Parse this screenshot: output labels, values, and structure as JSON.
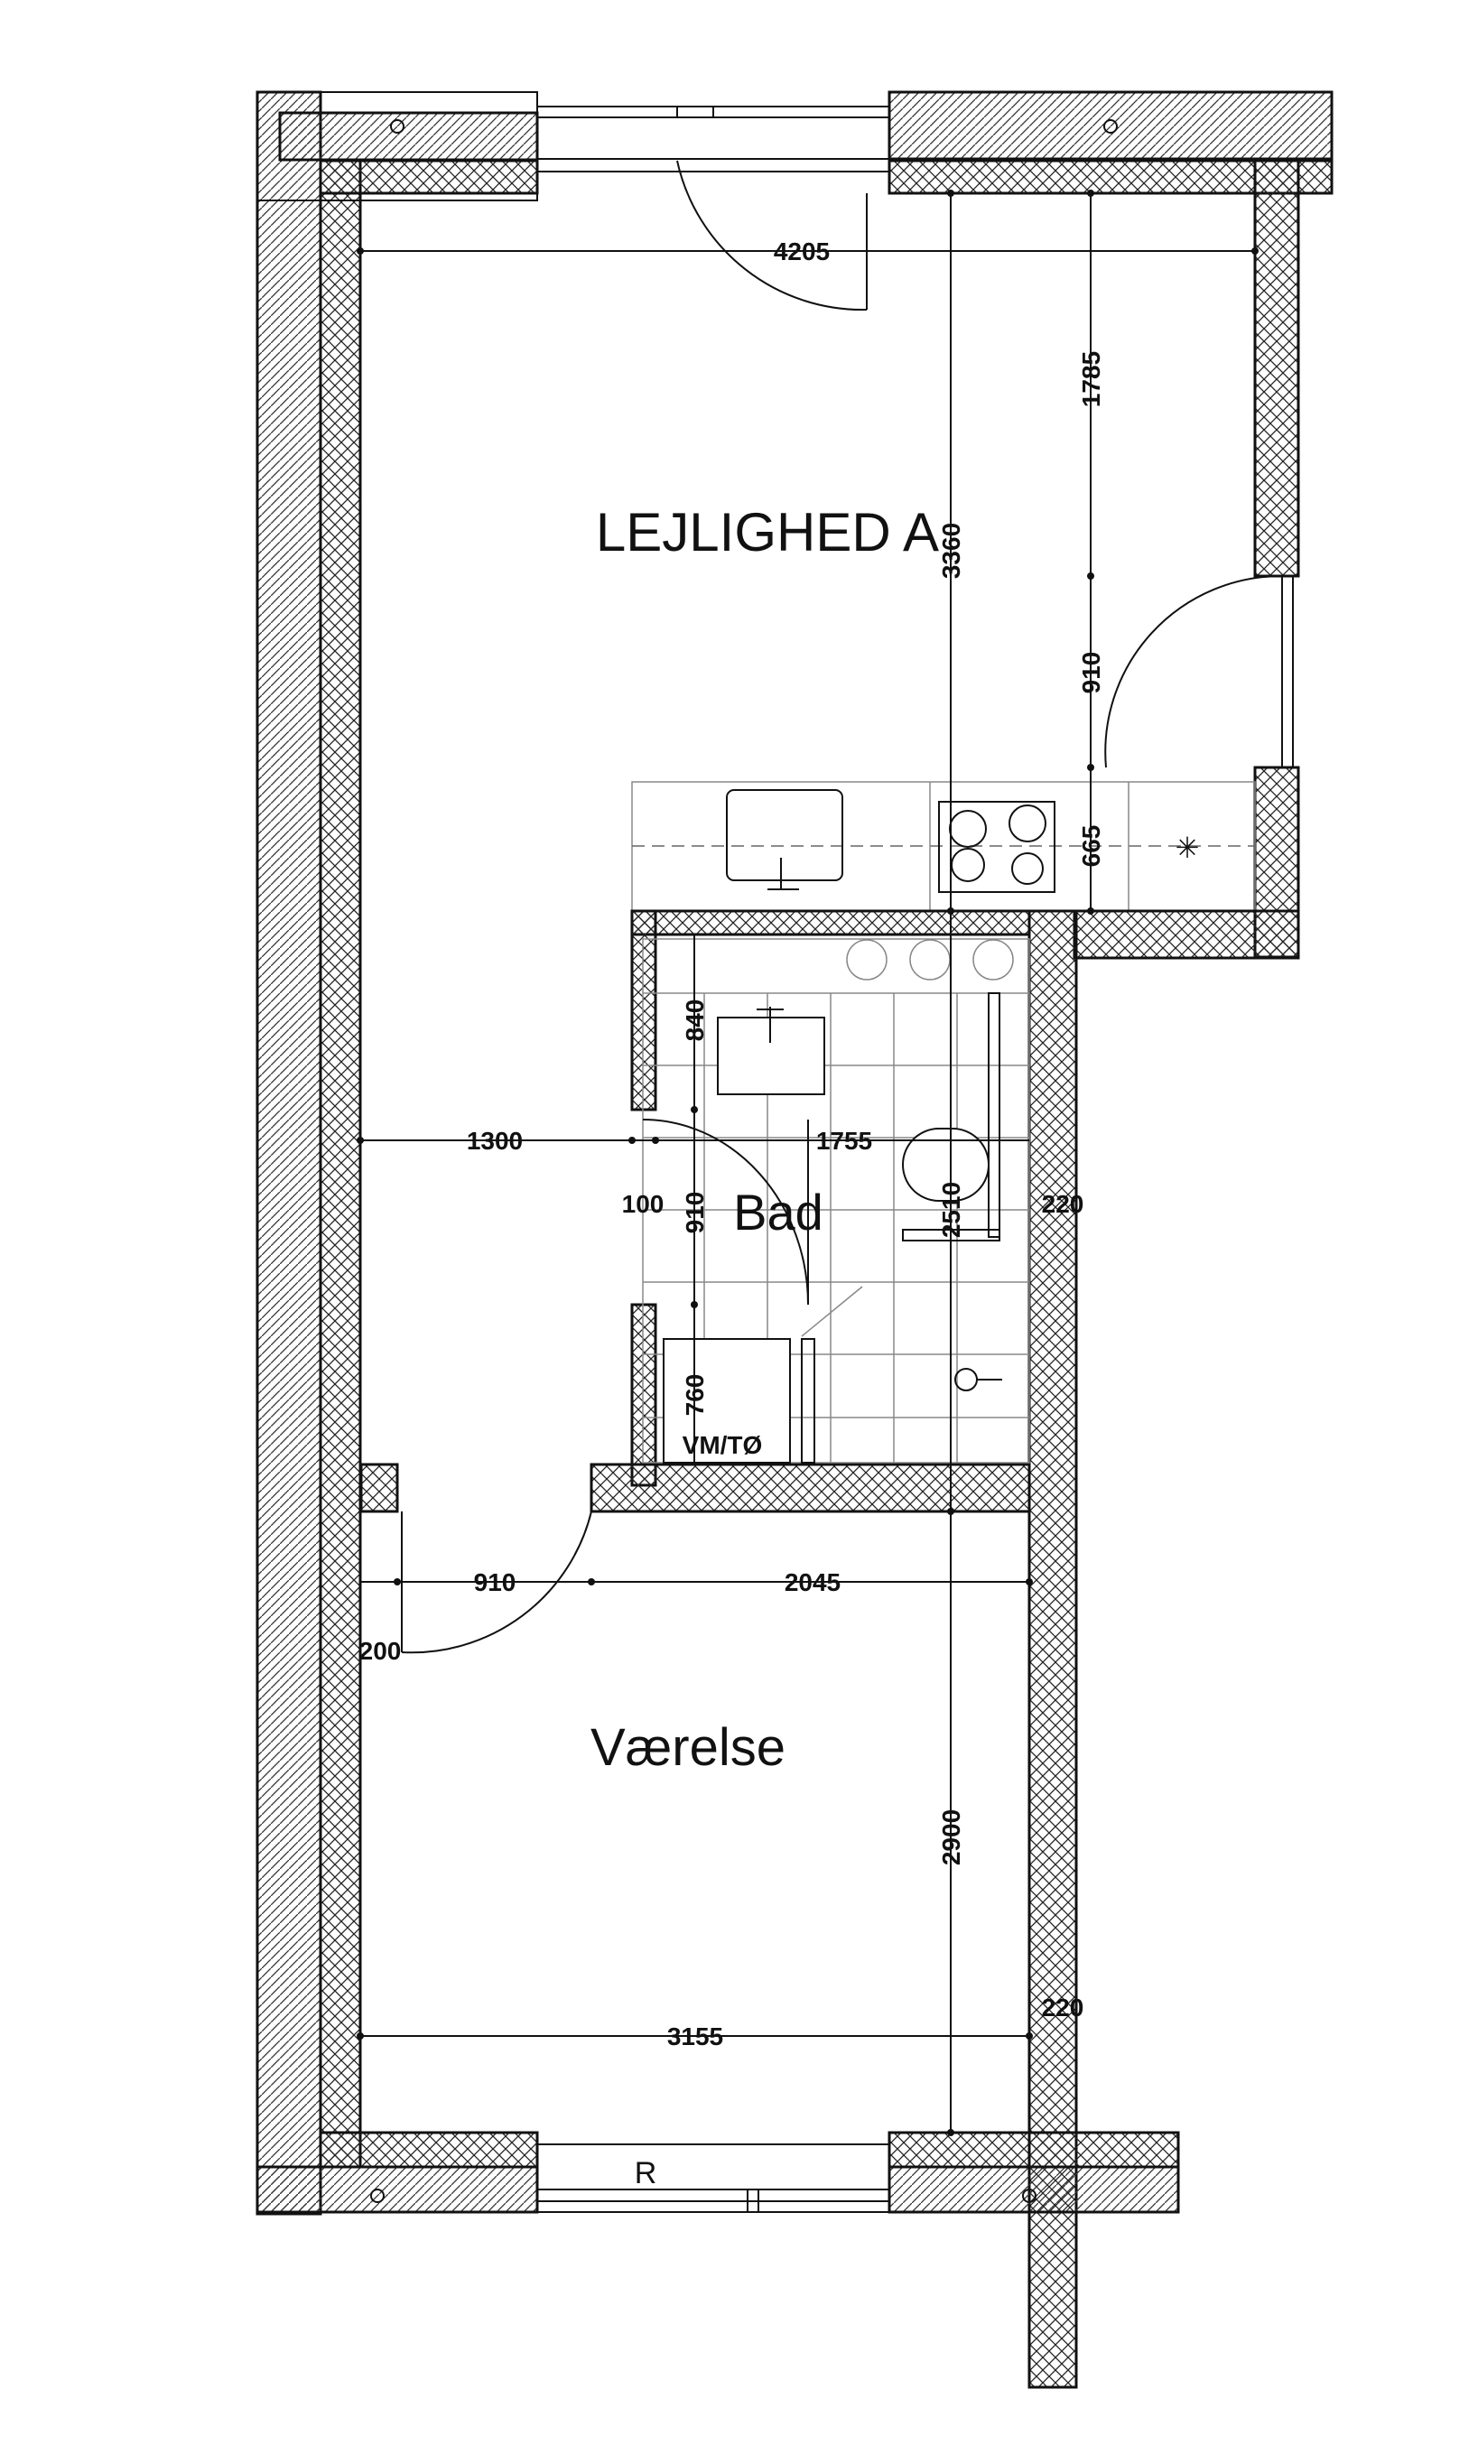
{
  "rooms": {
    "apartment": "LEJLIGHED A",
    "bathroom": "Bad",
    "bedroom": "Værelse",
    "laundry": "VM/TØ"
  },
  "dimensions": {
    "top_width": "4205",
    "right_upper": "1785",
    "right_door": "910",
    "kitchen_depth": "665",
    "main_height": "3360",
    "bath_sink": "840",
    "hall_left": "1300",
    "bath_width": "1755",
    "bath_gap": "100",
    "bath_door": "910",
    "bath_height": "2510",
    "bath_wall": "220",
    "laundry": "760",
    "bed_door": "910",
    "bed_right": "2045",
    "bed_wall_left": "200",
    "bed_height": "2900",
    "bed_wall_right": "220",
    "bottom_width": "3155"
  },
  "markers": {
    "bottom_window": "R",
    "kitchen_fixture": "✳"
  }
}
